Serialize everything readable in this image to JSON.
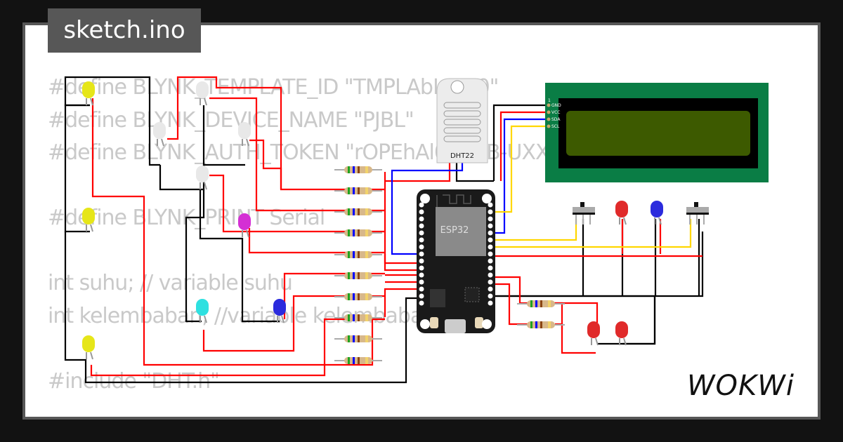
{
  "tab": {
    "title": "sketch.ino"
  },
  "code": {
    "lines": [
      "#define BLYNK_TEMPLATE_ID \"TMPLAbLtp20\"",
      "#define BLYNK_DEVICE_NAME \"PJBL\"",
      "#define BLYNK_AUTH_TOKEN \"rOPEhAl05QcB-UXXXXXXXXX4EU",
      "",
      "#define BLYNK_PRINT Serial",
      "",
      "int suhu; // variable suhu",
      "int kelembaban; //variable kelembaban",
      "",
      "#include \"DHT.h\""
    ]
  },
  "components": {
    "mcu": {
      "label": "ESP32"
    },
    "sensor": {
      "label": "DHT22"
    },
    "lcd": {
      "pin_marker": "1",
      "pins": [
        "GND",
        "VCC",
        "SDA",
        "SCL"
      ],
      "backlight_color": "#3d5a00",
      "pcb_color": "#0a7d45"
    },
    "leds": [
      {
        "color": "yellow"
      },
      {
        "color": "white"
      },
      {
        "color": "white"
      },
      {
        "color": "white"
      },
      {
        "color": "white"
      },
      {
        "color": "yellow"
      },
      {
        "color": "magenta"
      },
      {
        "color": "cyan"
      },
      {
        "color": "blue"
      },
      {
        "color": "yellow"
      },
      {
        "color": "red"
      },
      {
        "color": "blue"
      },
      {
        "color": "red"
      },
      {
        "color": "red"
      }
    ],
    "switches": 2,
    "resistors": 12
  },
  "brand": {
    "logo": "WOKWi"
  },
  "colors": {
    "wire_red": "#ff0000",
    "wire_black": "#000000",
    "wire_blue": "#0000ff",
    "wire_yellow": "#ffd700",
    "frame": "#575757",
    "background": "#121212"
  }
}
